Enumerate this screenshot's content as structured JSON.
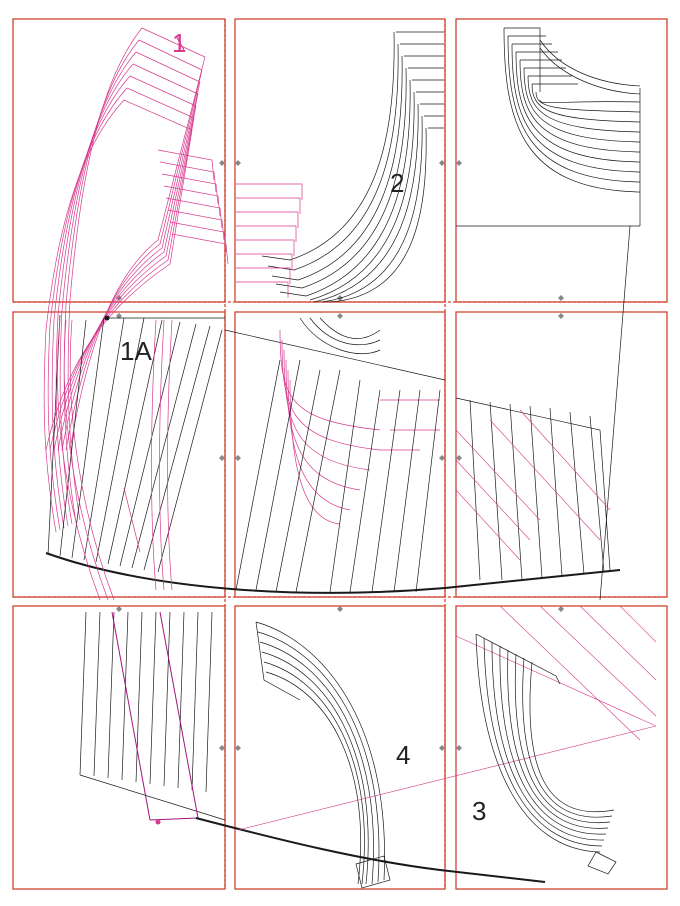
{
  "pieces": {
    "p1": "1",
    "p1a": "1A",
    "p2": "2",
    "p3": "3",
    "p4": "4"
  },
  "colors": {
    "frame": "#d2432f",
    "ink": "#1a1a1a",
    "pink": "#d63a8e"
  },
  "grid": {
    "columns": 3,
    "rows": 3
  }
}
